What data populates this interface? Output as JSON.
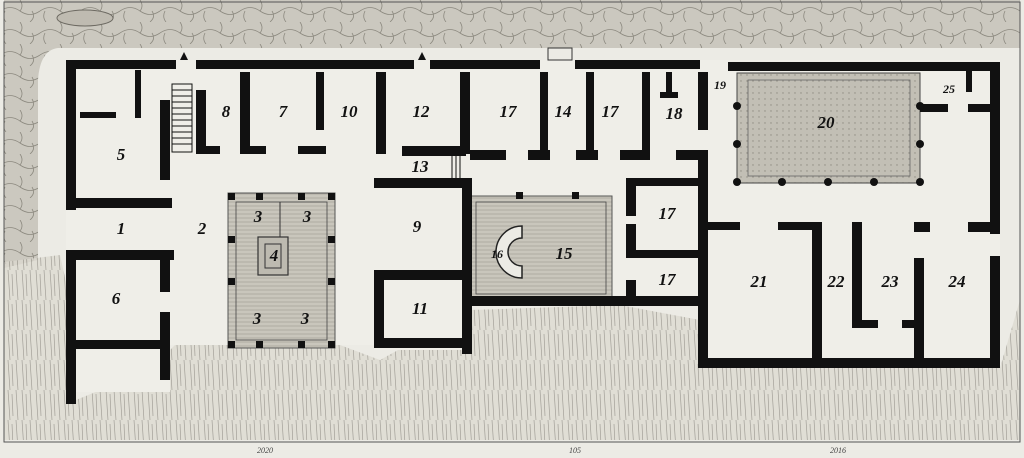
{
  "diagram": {
    "palette": {
      "paper": "#ecebe5",
      "pavement": "#c9c6bd",
      "wall": "#111111",
      "peristyle": "#c4c1b6",
      "impluvium": "#b3b0a6",
      "rubble": "#8f8c84"
    },
    "room_labels": [
      {
        "id": "room-1",
        "text": "1"
      },
      {
        "id": "room-2",
        "text": "2"
      },
      {
        "id": "room-3-nw",
        "text": "3"
      },
      {
        "id": "room-3-ne",
        "text": "3"
      },
      {
        "id": "room-3-sw",
        "text": "3"
      },
      {
        "id": "room-3-se",
        "text": "3"
      },
      {
        "id": "room-4",
        "text": "4"
      },
      {
        "id": "room-5",
        "text": "5"
      },
      {
        "id": "room-6",
        "text": "6"
      },
      {
        "id": "room-7",
        "text": "7"
      },
      {
        "id": "room-8",
        "text": "8"
      },
      {
        "id": "room-9",
        "text": "9"
      },
      {
        "id": "room-10",
        "text": "10"
      },
      {
        "id": "room-11",
        "text": "11"
      },
      {
        "id": "room-12",
        "text": "12"
      },
      {
        "id": "room-13",
        "text": "13"
      },
      {
        "id": "room-14",
        "text": "14"
      },
      {
        "id": "room-15",
        "text": "15"
      },
      {
        "id": "room-16",
        "text": "16"
      },
      {
        "id": "room-17-a",
        "text": "17"
      },
      {
        "id": "room-17-b",
        "text": "17"
      },
      {
        "id": "room-17-c",
        "text": "17"
      },
      {
        "id": "room-17-d",
        "text": "17"
      },
      {
        "id": "room-18",
        "text": "18"
      },
      {
        "id": "room-19",
        "text": "19"
      },
      {
        "id": "room-20",
        "text": "20"
      },
      {
        "id": "room-21",
        "text": "21"
      },
      {
        "id": "room-22",
        "text": "22"
      },
      {
        "id": "room-23",
        "text": "23"
      },
      {
        "id": "room-24",
        "text": "24"
      },
      {
        "id": "room-25",
        "text": "25"
      }
    ],
    "scale_marks": [
      "2020",
      "105",
      "2016"
    ]
  }
}
